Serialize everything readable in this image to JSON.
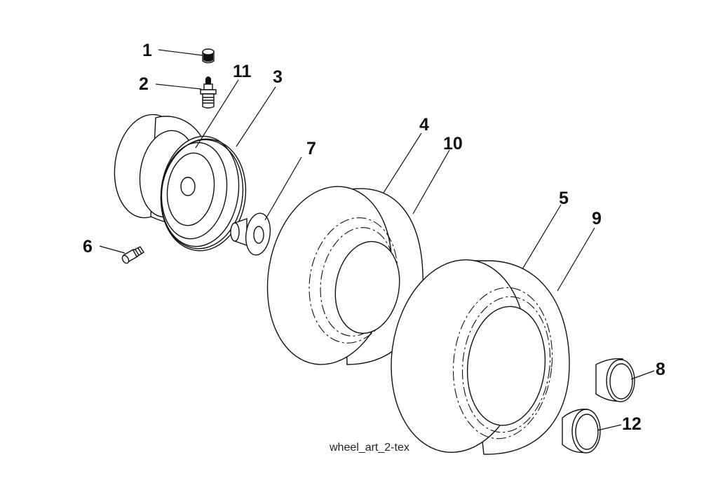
{
  "diagram": {
    "caption": "wheel_art_2-tex",
    "callouts": {
      "c1": "1",
      "c2": "2",
      "c3": "3",
      "c4": "4",
      "c5": "5",
      "c6": "6",
      "c7": "7",
      "c8": "8",
      "c9": "9",
      "c10": "10",
      "c11": "11",
      "c12": "12"
    },
    "colors": {
      "ink": "#111111",
      "background": "#ffffff"
    }
  }
}
